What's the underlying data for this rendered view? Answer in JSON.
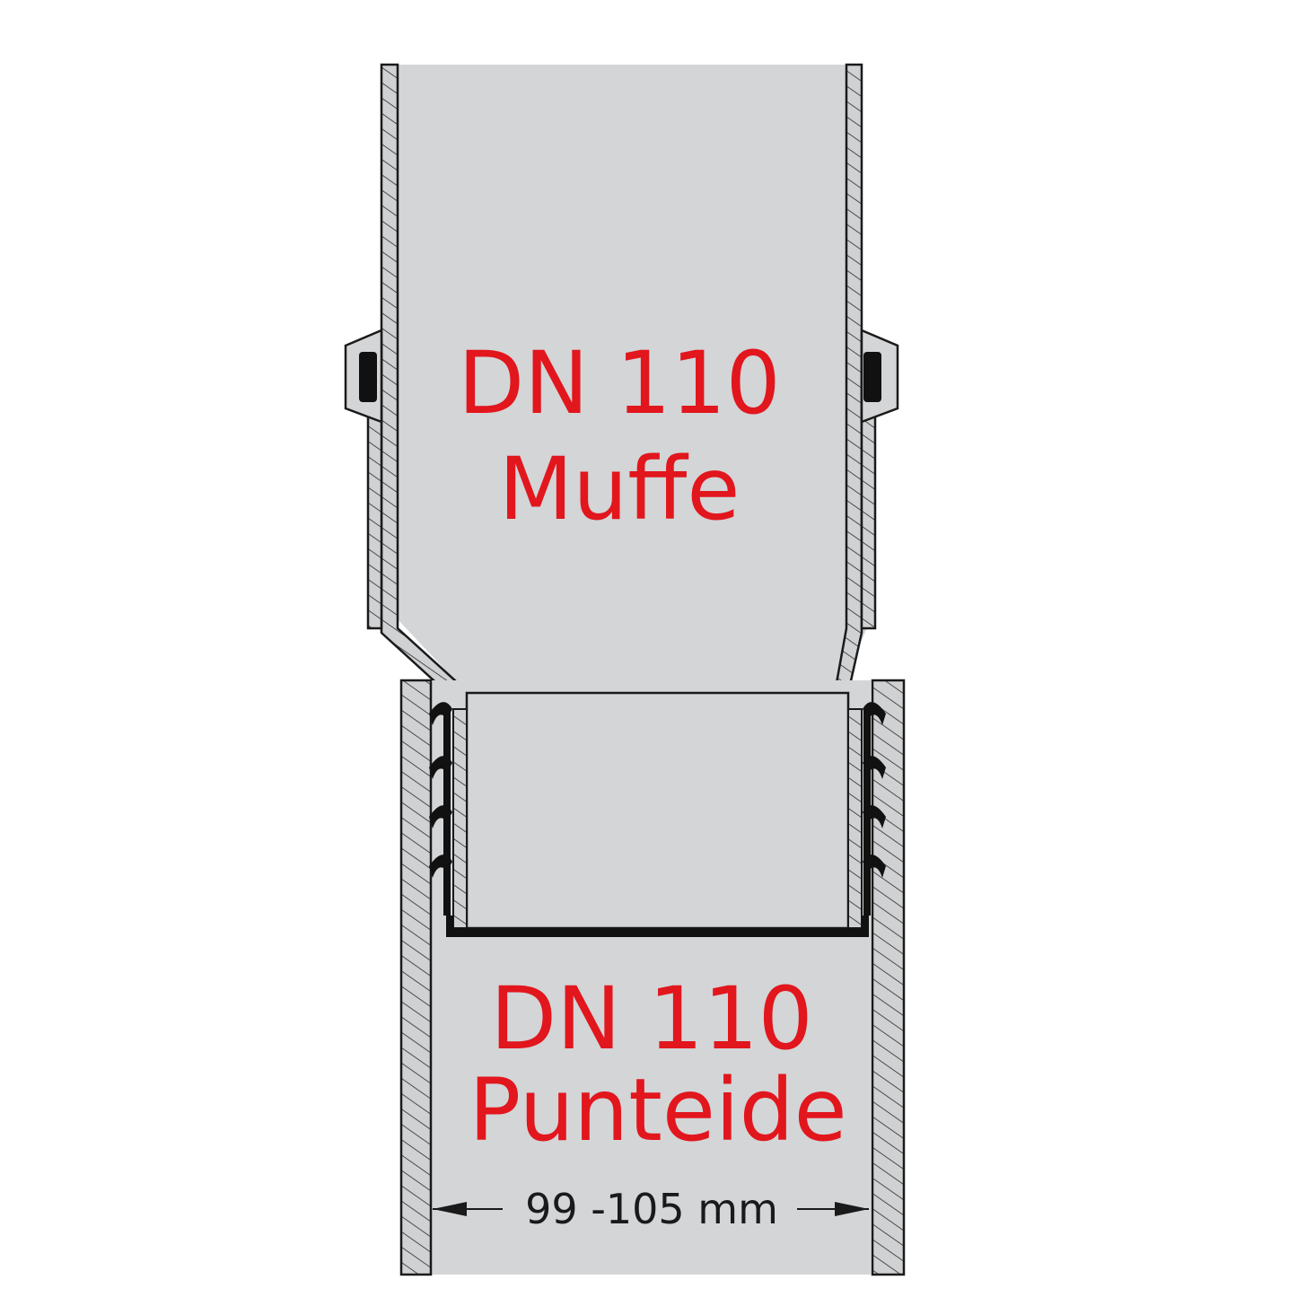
{
  "upper_part": {
    "line1": "DN 110",
    "line2": "Muffe"
  },
  "lower_part": {
    "line1": "DN 110",
    "line2": "Punteide"
  },
  "dimension": {
    "text": "99 -105 mm"
  },
  "colors": {
    "label": "#e2161d",
    "fill": "#d3d5d7",
    "outline": "#1a1a1a",
    "seal": "#111111"
  }
}
